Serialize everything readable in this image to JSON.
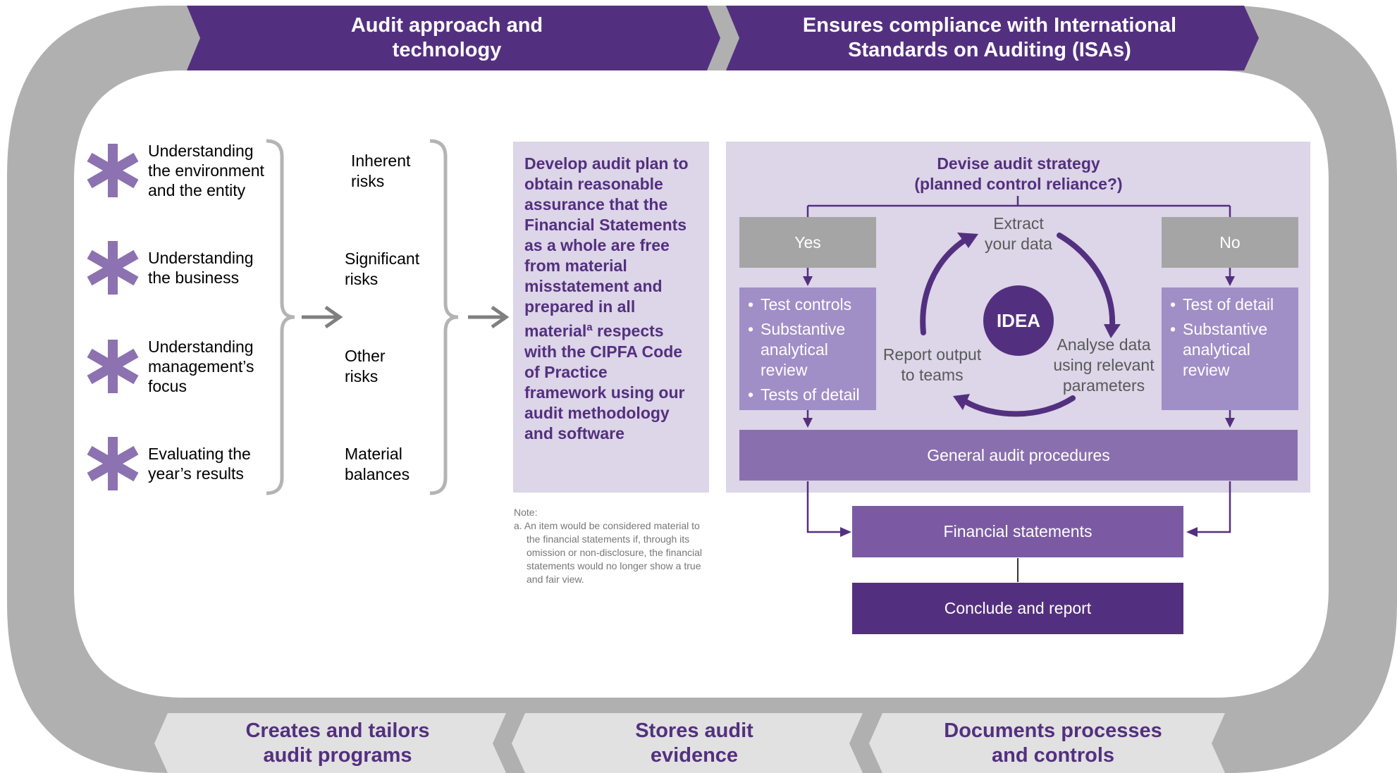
{
  "top_banners": {
    "left": [
      "Audit approach and",
      "technology"
    ],
    "right": [
      "Ensures compliance with International",
      "Standards on Auditing (ISAs)"
    ]
  },
  "bottom_banners": {
    "left": [
      "Creates and tailors",
      "audit programs"
    ],
    "middle": [
      "Stores audit",
      "evidence"
    ],
    "right": [
      "Documents processes",
      "and controls"
    ]
  },
  "understanding_items": [
    [
      "Understanding",
      "the environment",
      "and the entity"
    ],
    [
      "Understanding",
      "the business"
    ],
    [
      "Understanding",
      "management’s",
      "focus"
    ],
    [
      "Evaluating the",
      "year’s results"
    ]
  ],
  "risks": [
    [
      "Inherent",
      "risks"
    ],
    [
      "Significant",
      "risks"
    ],
    [
      "Other",
      "risks"
    ],
    [
      "Material",
      "balances"
    ]
  ],
  "plan": {
    "lines_before": [
      "Develop audit plan to",
      "obtain reasonable",
      "assurance that the",
      "Financial Statements",
      "as a whole are free",
      "from material",
      "misstatement and",
      "prepared in all"
    ],
    "material_word": "material",
    "superscript": "a",
    "material_rest": " respects",
    "lines_after": [
      "with the CIPFA Code",
      "of Practice",
      "framework using our",
      "audit methodology",
      "and software"
    ]
  },
  "note": {
    "heading": "Note:",
    "text": "a. An item would be considered material to the financial statements if, through its omission or non-disclosure, the financial statements would no longer show a true and fair view."
  },
  "strategy": {
    "title": [
      "Devise audit strategy",
      "(planned control reliance?)"
    ],
    "yes_label": "Yes",
    "no_label": "No",
    "yes_items": [
      "Test controls",
      "Substantive analytical review",
      "Tests of detail"
    ],
    "no_items": [
      "Test of detail",
      "Substantive analytical review"
    ],
    "cycle": {
      "center": "IDEA",
      "top": [
        "Extract",
        "your data"
      ],
      "right": [
        "Analyse data",
        "using relevant",
        "parameters"
      ],
      "left": [
        "Report output",
        "to teams"
      ]
    },
    "general": "General audit procedures"
  },
  "financial_statements": "Financial statements",
  "conclude": "Conclude and report",
  "colors": {
    "dark_purple": "#53307f",
    "mid_purple": "#7e62a4",
    "lavender": "#a08ec6",
    "light_lavender": "#ddd5e8",
    "gray_ribbon": "#b0b0b0",
    "gray_box": "#a5a5a5",
    "star": "#8c72b0"
  }
}
